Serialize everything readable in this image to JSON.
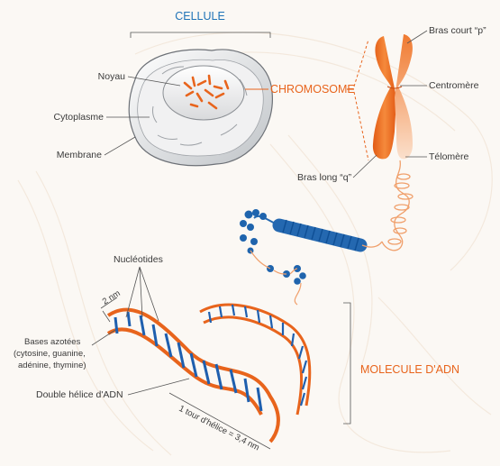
{
  "titles": {
    "cellule": "CELLULE",
    "chromosome": "CHROMOSOME",
    "molecule_adn": "MOLECULE D'ADN"
  },
  "cell_labels": {
    "noyau": "Noyau",
    "cytoplasme": "Cytoplasme",
    "membrane": "Membrane"
  },
  "chromosome_labels": {
    "bras_court": "Bras court “p”",
    "centromere": "Centromère",
    "telomere": "Télomère",
    "bras_long": "Bras long “q”"
  },
  "dna_labels": {
    "nucleotides": "Nucléotides",
    "two_nm": "2 nm",
    "bases_line1": "Bases azotées",
    "bases_line2": "(cytosine, guanine,",
    "bases_line3": "adénine, thymine)",
    "double_helice": "Double hélice d'ADN",
    "tour_helice": "1 tour d'hélice = 3,4 nm"
  },
  "colors": {
    "blue": "#1f73b7",
    "orange": "#e8641c",
    "background": "#fbf8f4"
  }
}
